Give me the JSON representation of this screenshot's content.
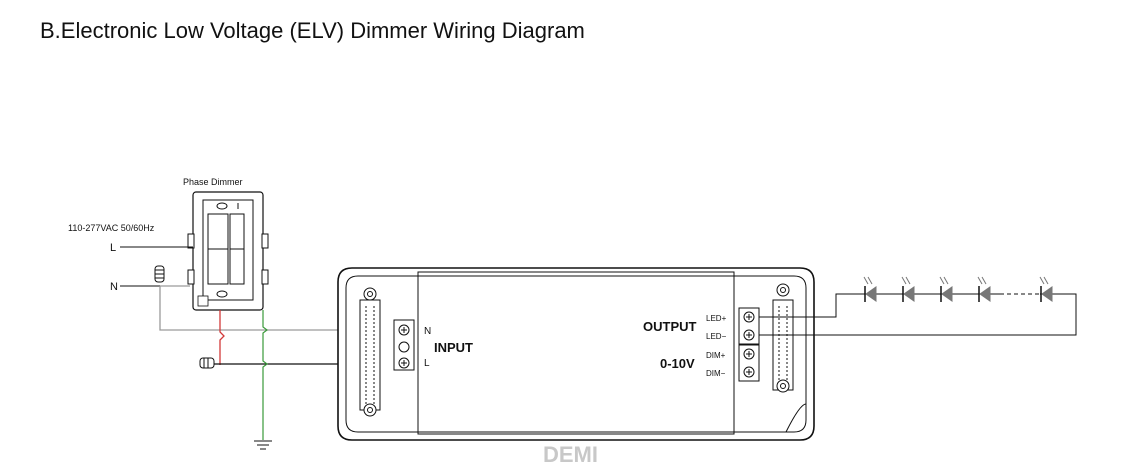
{
  "title": "B.Electronic Low Voltage (ELV) Dimmer Wiring Diagram",
  "dimmer": {
    "label": "Phase Dimmer"
  },
  "supply": {
    "voltage": "110-277VAC 50/60Hz",
    "line": "L",
    "neutral": "N"
  },
  "driver": {
    "input": {
      "label": "INPUT",
      "n": "N",
      "l": "L"
    },
    "output": {
      "label": "OUTPUT",
      "led_plus": "LED+",
      "led_minus": "LED−"
    },
    "dim": {
      "label": "0-10V",
      "dim_plus": "DIM+",
      "dim_minus": "DIM−"
    }
  },
  "watermark": "DEMI",
  "colors": {
    "wire_gray": "#9a9a9a",
    "wire_red": "#d23a3a",
    "wire_green": "#3a9a3a",
    "line": "#111111",
    "led": "#777777"
  }
}
